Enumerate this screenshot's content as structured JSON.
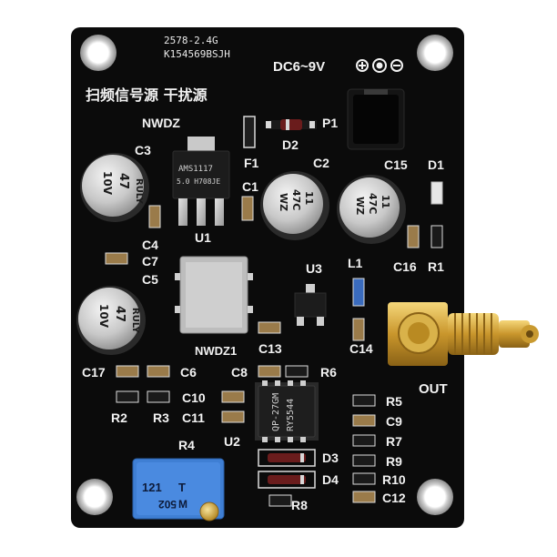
{
  "board": {
    "header_line1": "2578-2.4G",
    "header_line2": "K154569BSJH",
    "power_label": "DC6~9V",
    "title_cn": "扫频信号源 干扰源",
    "maker": "NWDZ",
    "maker2": "NWDZ1",
    "out_label": "OUT"
  },
  "labels": {
    "c3": "C3",
    "f1": "F1",
    "d2": "D2",
    "p1": "P1",
    "c2": "C2",
    "c15": "C15",
    "d1": "D1",
    "c1": "C1",
    "u1": "U1",
    "c4": "C4",
    "c7": "C7",
    "c5": "C5",
    "u3": "U3",
    "l1": "L1",
    "c16": "C16",
    "r1": "R1",
    "c13": "C13",
    "c14": "C14",
    "c17": "C17",
    "c6": "C6",
    "c8": "C8",
    "r6": "R6",
    "c10": "C10",
    "r2": "R2",
    "r3": "R3",
    "c11": "C11",
    "r5": "R5",
    "c9": "C9",
    "r7": "R7",
    "r9": "R9",
    "r10": "R10",
    "c12": "C12",
    "r4": "R4",
    "u2": "U2",
    "d3": "D3",
    "d4": "D4",
    "r8": "R8"
  },
  "components": {
    "regulator_line1": "AMS1117",
    "regulator_line2": "5.0 H708JE",
    "ic_line1": "QP-27GM",
    "ic_line2": "RY5544",
    "cap_small_line1": "11",
    "cap_small_line2": "47C",
    "cap_small_line3": "WZ",
    "cap_large_line1": "RULY",
    "cap_large_line2": "47",
    "cap_large_line3": "10V",
    "pot_line1": "121",
    "pot_line2": "T",
    "pot_line3": "502",
    "pot_line4": "M"
  },
  "colors": {
    "pcb": "#0b0b0b",
    "silkscreen": "#f2f2f2",
    "gold": "#d4a93a",
    "pot_blue": "#3f7fd4",
    "capacitor_silver": "#cfcfcf"
  }
}
